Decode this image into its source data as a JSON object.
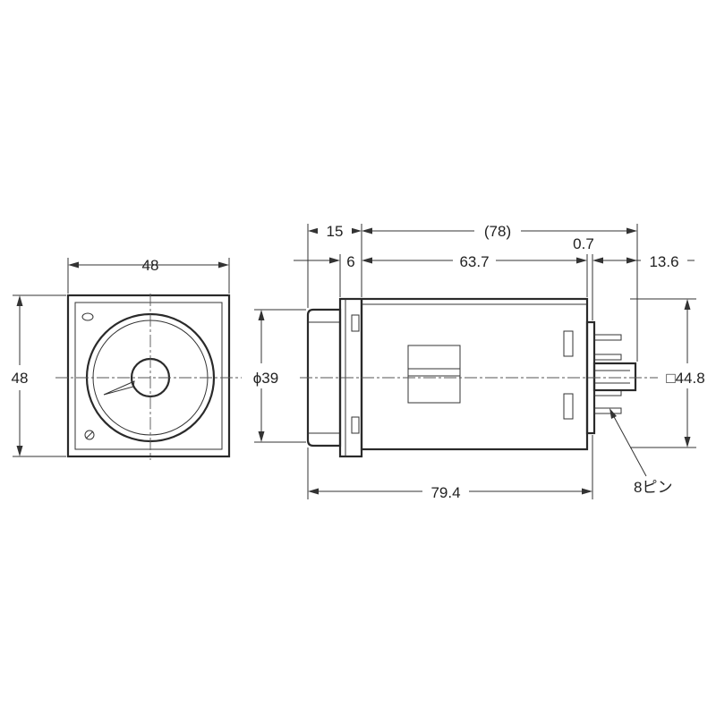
{
  "front_view": {
    "width_label": "48",
    "height_label": "48"
  },
  "side_view": {
    "d15": "15",
    "d78": "(78)",
    "d07": "0.7",
    "d6": "6",
    "d637": "63.7",
    "d136": "13.6",
    "dia39": "ϕ39",
    "sq448": "□44.8",
    "d794": "79.4",
    "pins": "8ピン"
  }
}
